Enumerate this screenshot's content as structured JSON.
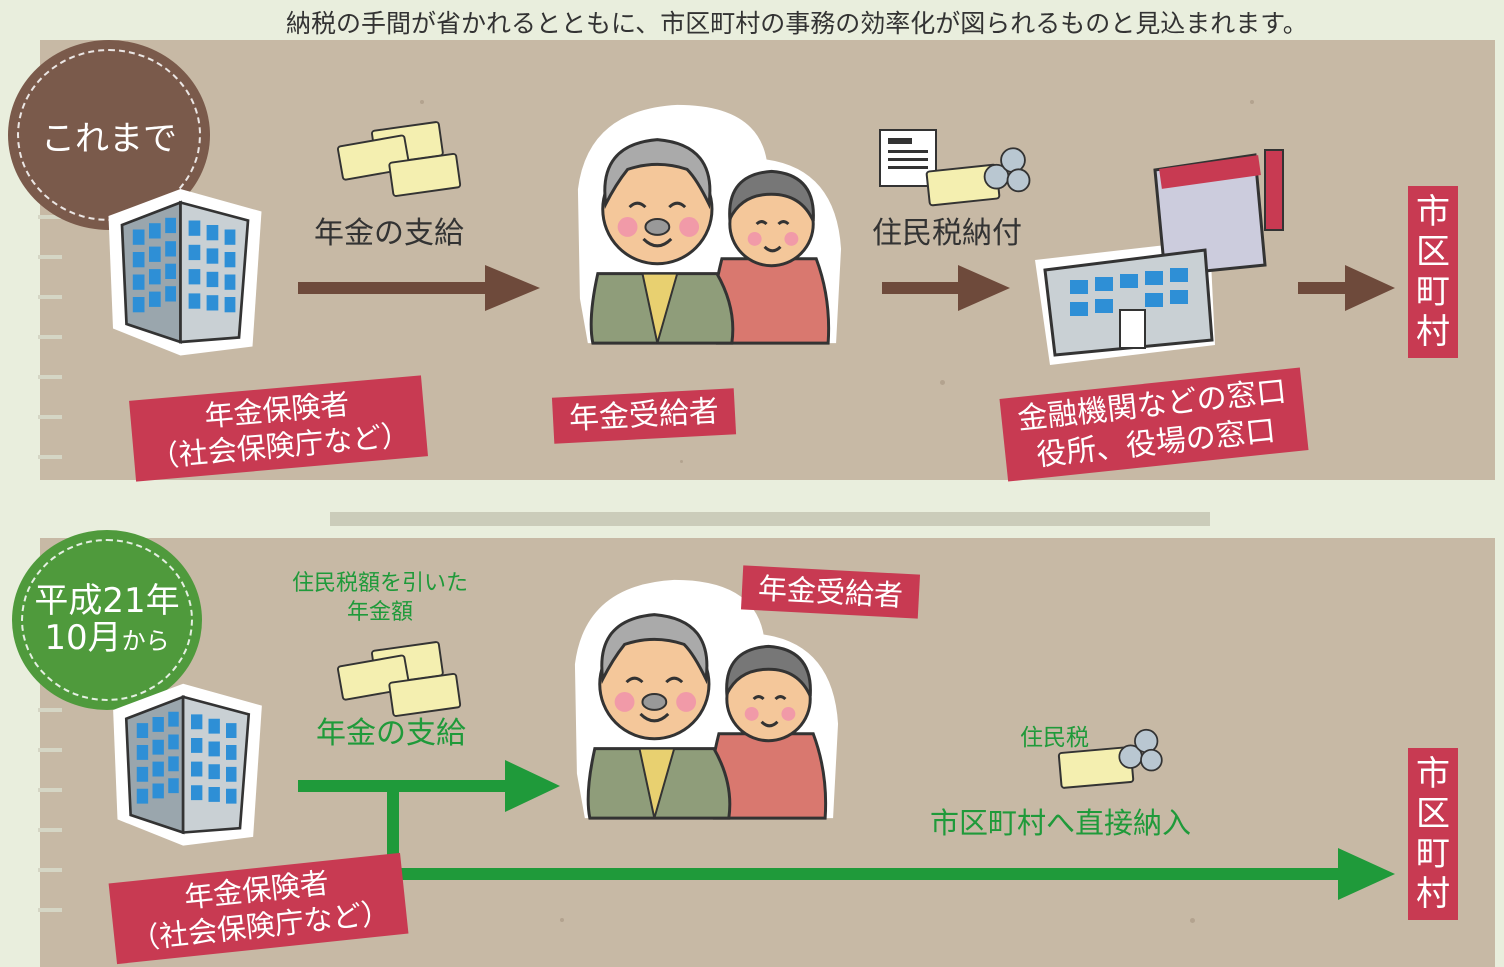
{
  "intro_text": "納税の手間が省かれるとともに、市区町村の事務の効率化が図られるものと見込まれます。",
  "before": {
    "badge": "これまで",
    "insurer_line1": "年金保険者",
    "insurer_line2": "（社会保険庁など）",
    "arrow1_label": "年金の支給",
    "recipient": "年金受給者",
    "arrow2_label": "住民税納付",
    "counter_line1": "金融機関などの窓口",
    "counter_line2": "役所、役場の窓口",
    "municipality": "市区町村"
  },
  "after": {
    "badge_line1": "平成21年",
    "badge_line2_a": "10月",
    "badge_line2_b": "から",
    "deducted_line1": "住民税額を引いた",
    "deducted_line2": "年金額",
    "arrow1_label": "年金の支給",
    "recipient": "年金受給者",
    "tax_label": "住民税",
    "direct_label": "市区町村へ直接納入",
    "insurer_line1": "年金保険者",
    "insurer_line2": "（社会保険庁など）",
    "municipality": "市区町村"
  },
  "colors": {
    "brown_arrow": "#6e4a3b",
    "green_arrow": "#1f9a3a",
    "label_red": "#c83a52",
    "panel": "#c7b9a5"
  }
}
